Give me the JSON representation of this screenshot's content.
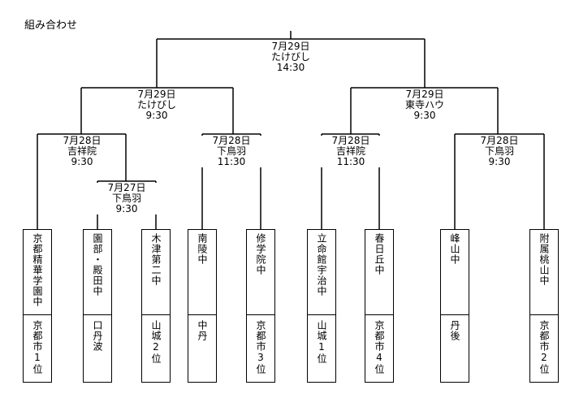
{
  "title": "組み合わせ",
  "matches": {
    "final": {
      "date": "7月29日",
      "venue": "たけびし",
      "time": "14:30"
    },
    "semi_left": {
      "date": "7月29日",
      "venue": "たけびし",
      "time": "9:30"
    },
    "semi_right": {
      "date": "7月29日",
      "venue": "東寺ハウ",
      "time": "9:30"
    },
    "qf_1": {
      "date": "7月28日",
      "venue": "吉祥院",
      "time": "9:30"
    },
    "qf_2": {
      "date": "7月28日",
      "venue": "下鳥羽",
      "time": "11:30"
    },
    "qf_3": {
      "date": "7月28日",
      "venue": "吉祥院",
      "time": "11:30"
    },
    "qf_4": {
      "date": "7月28日",
      "venue": "下鳥羽",
      "time": "9:30"
    },
    "r1": {
      "date": "7月27日",
      "venue": "下鳥羽",
      "time": "9:30"
    }
  },
  "teams": [
    {
      "name": "京都精華学園中",
      "region": "京都市1位"
    },
    {
      "name": "園部・殿田中",
      "region": "口丹波"
    },
    {
      "name": "木津第二中",
      "region": "山城2位"
    },
    {
      "name": "南陵中",
      "region": "中丹"
    },
    {
      "name": "修学院中",
      "region": "京都市3位"
    },
    {
      "name": "立命館宇治中",
      "region": "山城1位"
    },
    {
      "name": "春日丘中",
      "region": "京都市4位"
    },
    {
      "name": "峰山中",
      "region": "丹後"
    },
    {
      "name": "附属桃山中",
      "region": "京都市2位"
    }
  ]
}
